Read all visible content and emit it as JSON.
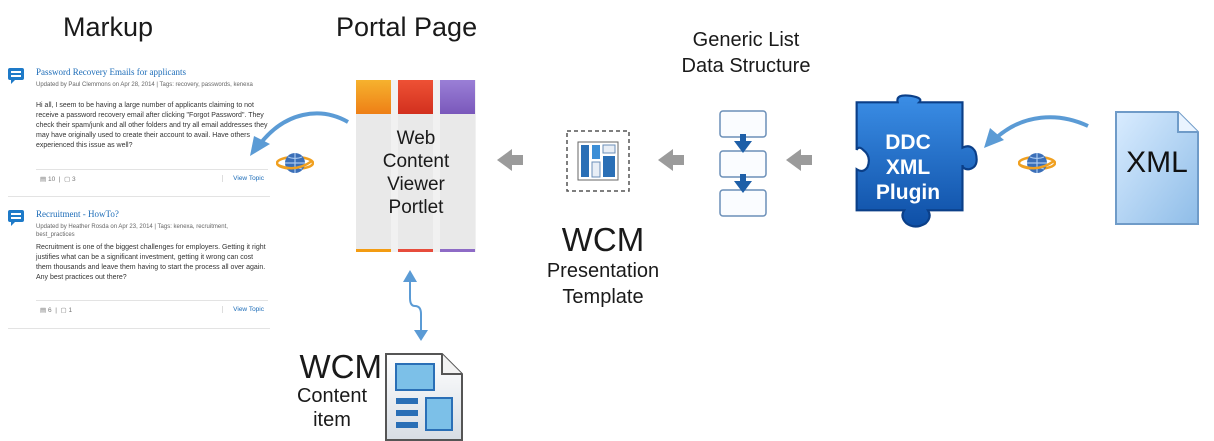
{
  "headers": {
    "markup": "Markup",
    "portal_page": "Portal Page",
    "generic_list_line1": "Generic List",
    "generic_list_line2": "Data Structure"
  },
  "markup": {
    "topics": [
      {
        "title": "Password Recovery Emails for applicants",
        "meta": "Updated by Paul Clemmons on Apr 28, 2014  |  Tags: recovery, passwords, kenexa",
        "body": "Hi all, I seem to be having a large number of applicants claiming to not receive a password recovery email after clicking \"Forgot Password\". They check their spam/junk and all other folders and try all email addresses they may have originally used to create their account to avail. Have others experienced this issue as well?",
        "replies": "10",
        "views": "3",
        "link": "View Topic"
      },
      {
        "title": "Recruitment - HowTo?",
        "meta": "Updated by Heather Rosda on Apr 23, 2014  |  Tags: kenexa, recruitment, best_practices",
        "body": "Recruitment is one of the biggest challenges for employers. Getting it right justifies what can be a significant investment, getting it wrong can cost them thousands and leave them having to start the process all over again. Any best practices out there?",
        "replies": "6",
        "views": "1",
        "link": "View Topic"
      }
    ]
  },
  "portlet": {
    "line1": "Web",
    "line2": "Content",
    "line3": "Viewer",
    "line4": "Portlet",
    "colors": [
      "#f39c12",
      "#e74c3c",
      "#8e6bc6"
    ]
  },
  "wcm_presentation": {
    "line1": "WCM",
    "line2": "Presentation",
    "line3": "Template"
  },
  "wcm_content": {
    "line1": "WCM",
    "line2": "Content",
    "line3": "item"
  },
  "plugin": {
    "line1": "DDC",
    "line2": "XML",
    "line3": "Plugin"
  },
  "xml_doc": {
    "label": "XML"
  },
  "icons": [
    "chat-bubble-icon",
    "globe-icon",
    "template-layout-icon",
    "list-structure-icon",
    "puzzle-piece-icon",
    "document-icon",
    "content-item-icon"
  ]
}
